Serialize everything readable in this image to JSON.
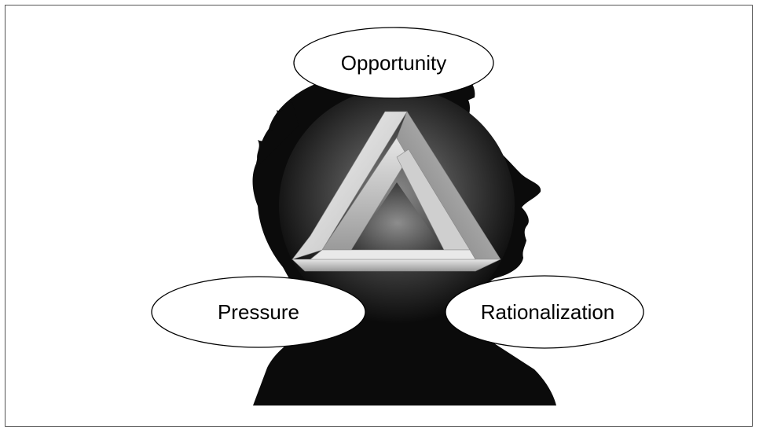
{
  "diagram": {
    "labels": {
      "top": "Opportunity",
      "left": "Pressure",
      "right": "Rationalization"
    },
    "icons": [
      "head-silhouette-icon",
      "impossible-triangle-icon"
    ],
    "colors": {
      "silhouette": "#0b0b0b",
      "glow_center": "#8a8a8a",
      "triangle_light": "#f2f2f2",
      "triangle_mid": "#bdbdbd",
      "triangle_dark": "#6e6e6e",
      "ellipse_fill": "#ffffff",
      "ellipse_stroke": "#000000"
    }
  }
}
